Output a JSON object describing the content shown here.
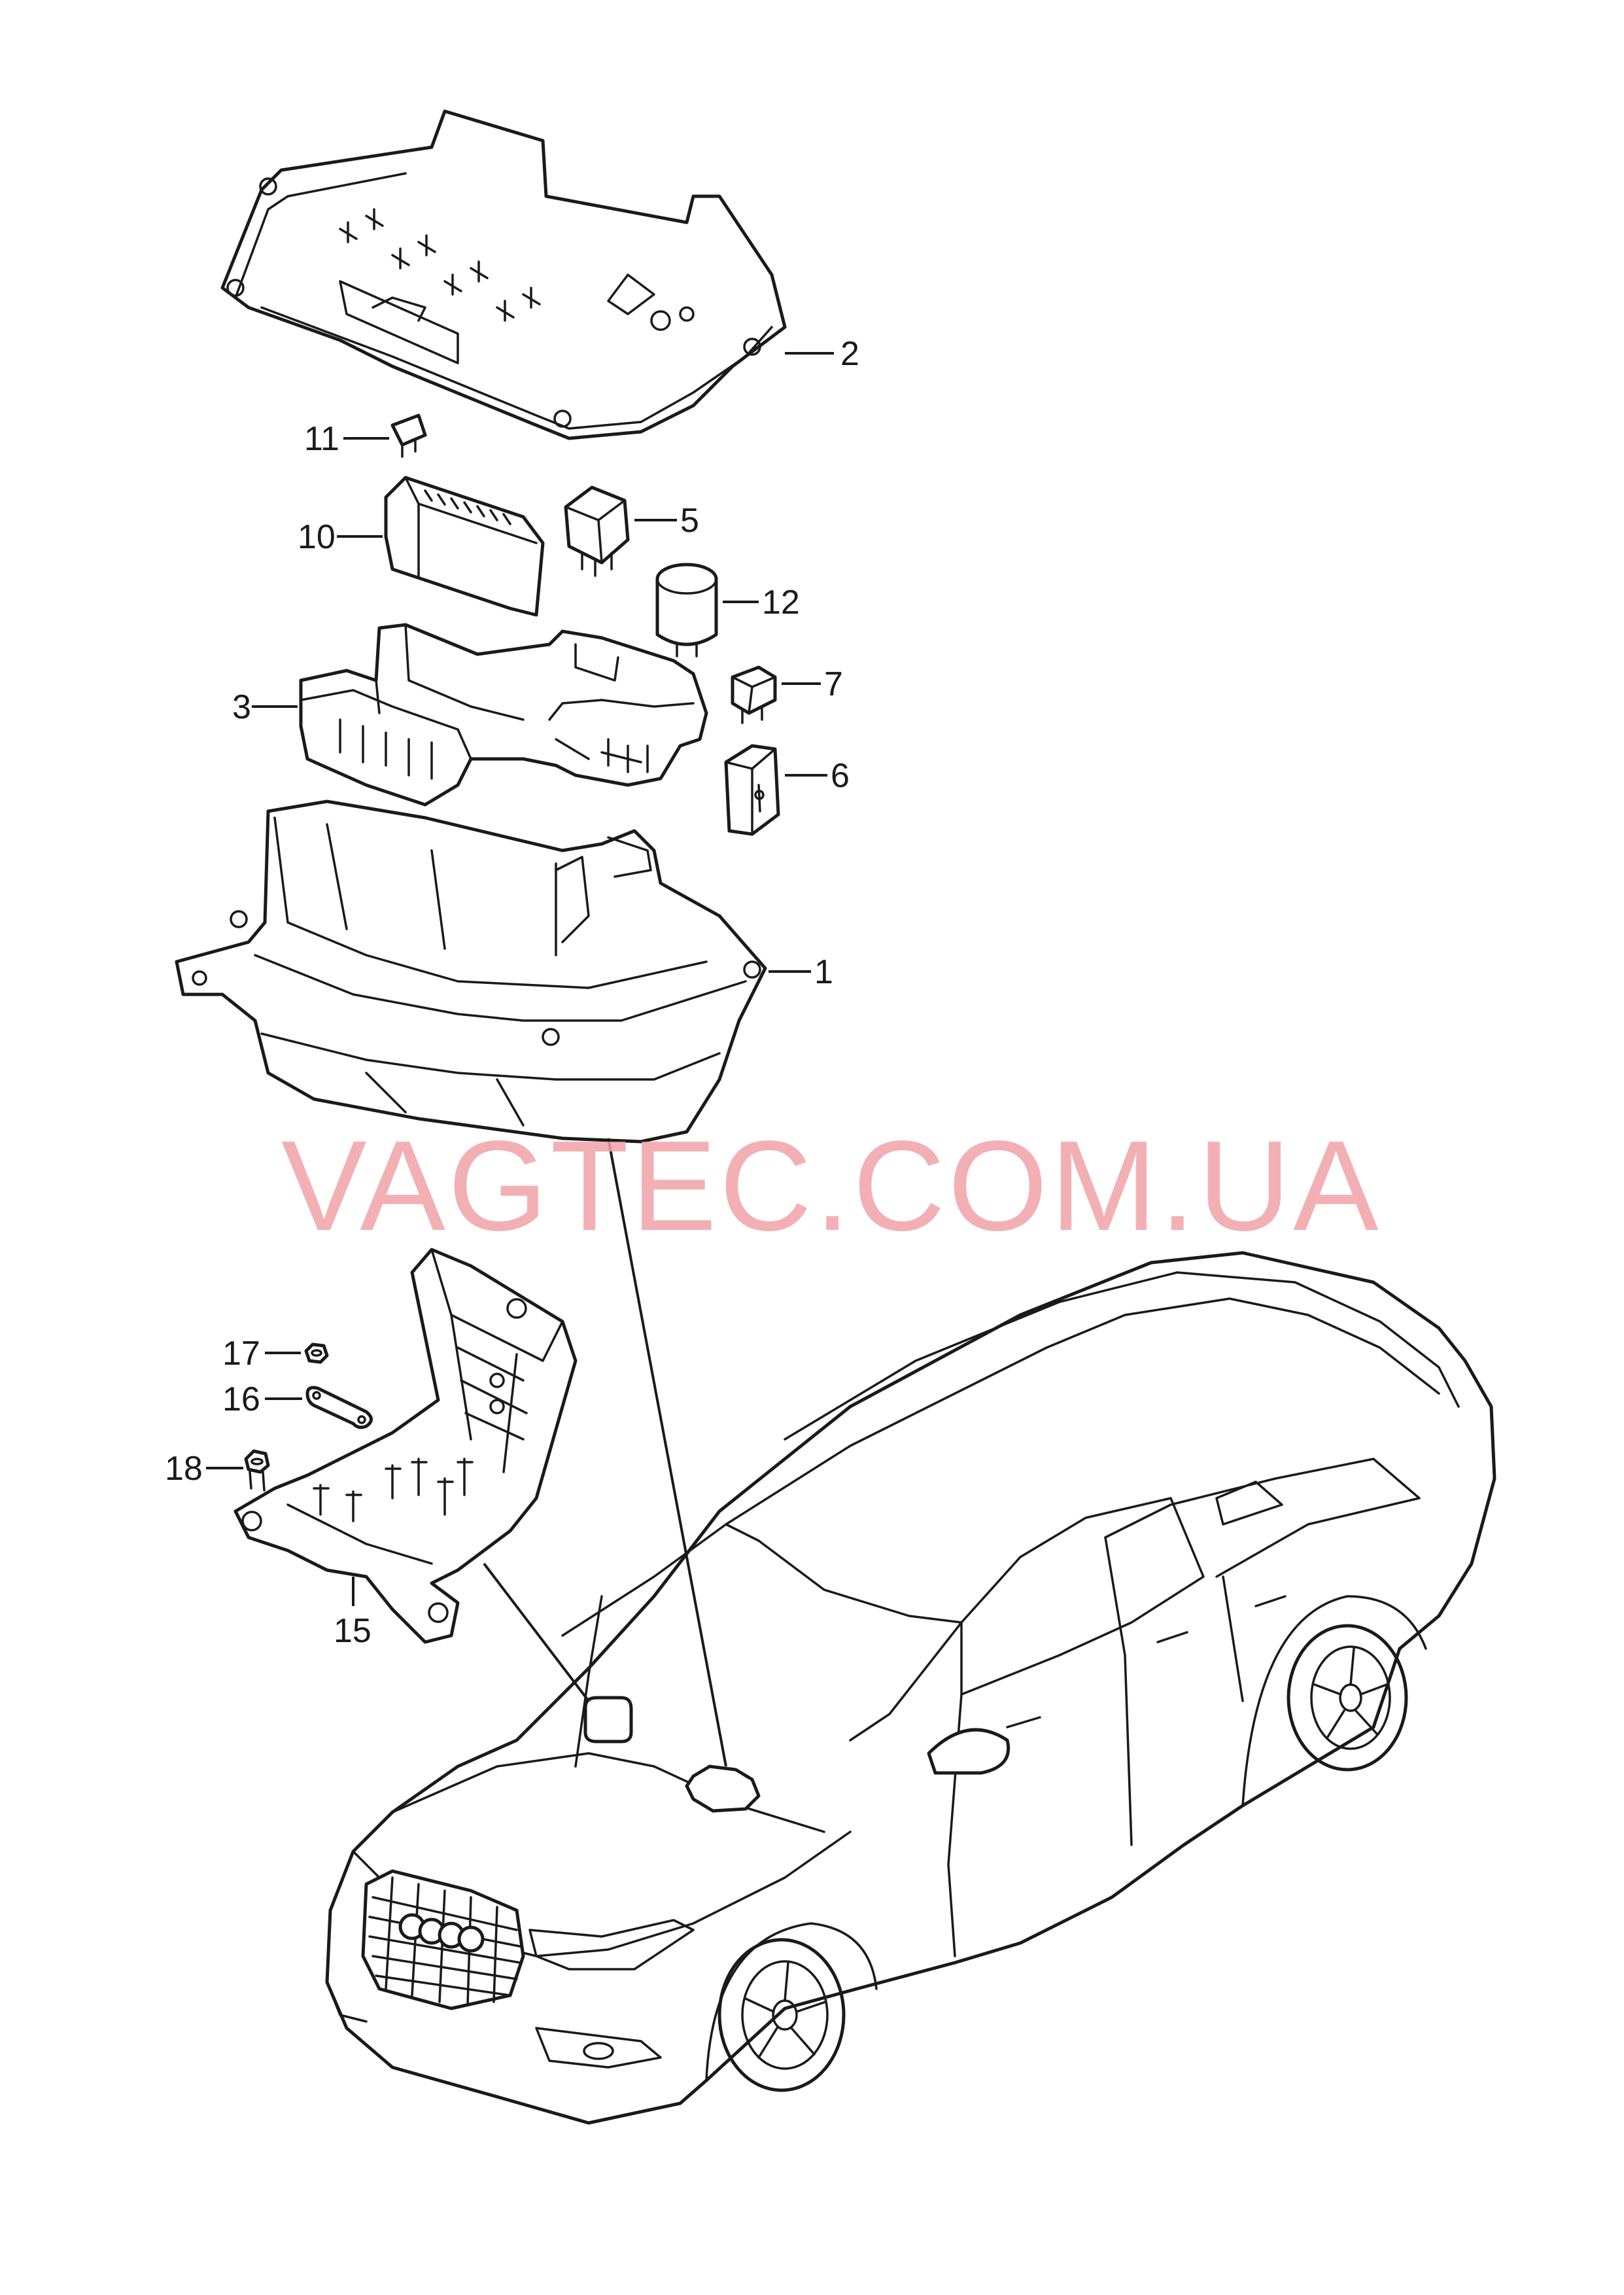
{
  "watermark": "VAGTEC.COM.UA",
  "callouts": {
    "c1": "1",
    "c2": "2",
    "c3": "3",
    "c5": "5",
    "c6": "6",
    "c7": "7",
    "c10": "10",
    "c11": "11",
    "c12": "12",
    "c15": "15",
    "c16": "16",
    "c17": "17",
    "c18": "18"
  },
  "colors": {
    "line": "#1a1a1a",
    "watermark": "#f2a3a8",
    "background": "#ffffff"
  }
}
